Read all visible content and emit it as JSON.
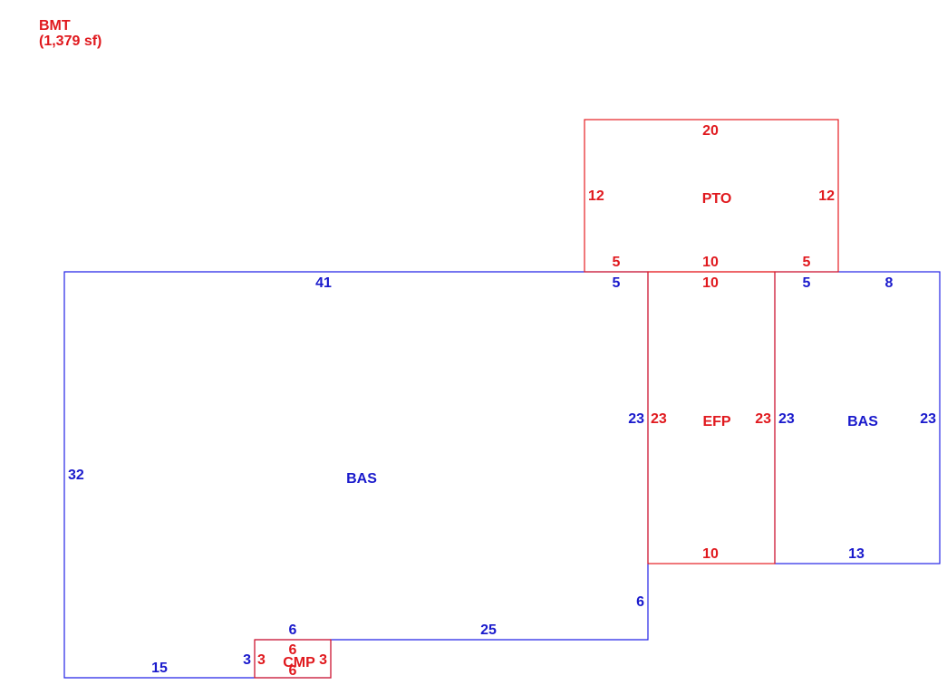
{
  "header": {
    "level": "BMT",
    "area": "(1,379 sf)"
  },
  "colors": {
    "living_area": "#2323e6",
    "other_area": "#e61e23"
  },
  "areas": {
    "bas_main": {
      "label": "BAS",
      "dims": {
        "top_left": "41",
        "top_right": "5",
        "left": "32",
        "right_upper": "23",
        "right_lower": "6",
        "bottom_mid": "25",
        "step": "6",
        "bottom_left": "15",
        "notch": "3"
      }
    },
    "bas_east": {
      "label": "BAS",
      "dims": {
        "top_left": "5",
        "top_right": "8",
        "left": "23",
        "right": "23",
        "bottom": "13"
      }
    },
    "efp": {
      "label": "EFP",
      "dims": {
        "top": "10",
        "left": "23",
        "right": "23",
        "bottom": "10"
      }
    },
    "pto": {
      "label": "PTO",
      "dims": {
        "top": "20",
        "left": "12",
        "right": "12",
        "bottom_left": "5",
        "bottom_mid": "10",
        "bottom_right": "5"
      }
    },
    "cmp": {
      "label": "CMP",
      "dims": {
        "top": "6",
        "bottom": "6",
        "left": "3",
        "right": "3"
      }
    }
  }
}
